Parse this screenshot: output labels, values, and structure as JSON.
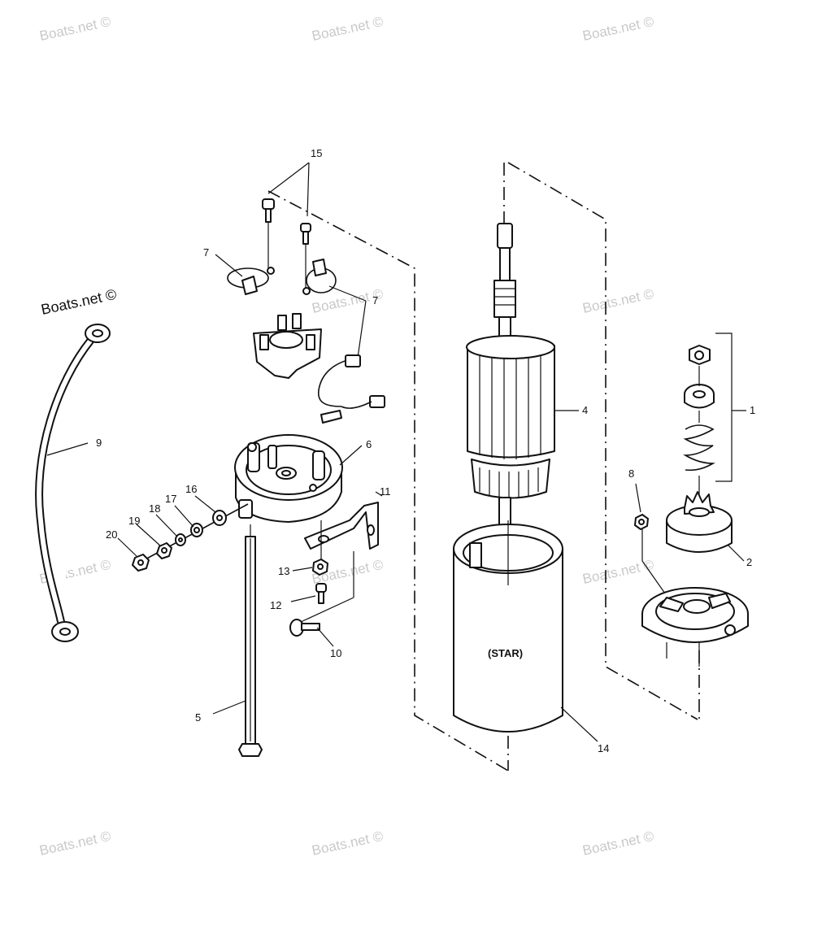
{
  "watermark": {
    "text": "Boats.net ©",
    "color": "#c9c9c9"
  },
  "watermark_dark": {
    "text": "Boats.net ©"
  },
  "housing": {
    "label": "(STAR)"
  },
  "callouts": {
    "c1": "1",
    "c2": "2",
    "c4": "4",
    "c5": "5",
    "c6": "6",
    "c7a": "7",
    "c7b": "7",
    "c8": "8",
    "c9": "9",
    "c10": "10",
    "c11": "11",
    "c12": "12",
    "c13": "13",
    "c14": "14",
    "c15": "15",
    "c16": "16",
    "c17": "17",
    "c18": "18",
    "c19": "19",
    "c20": "20"
  }
}
